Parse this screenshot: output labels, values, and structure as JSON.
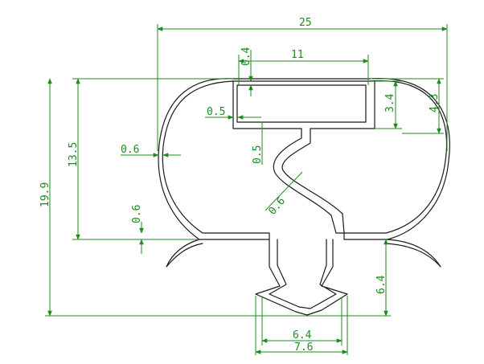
{
  "diagram": {
    "dimensions": {
      "overall_width": "25",
      "magnet_channel_width": "11",
      "top_lip_thickness": "0.4",
      "channel_wall_thickness": "0.5",
      "outer_wall_thickness": "0.6",
      "neck_thickness": "0.5",
      "bellows_thickness": "0.6",
      "channel_height": "3.4",
      "bulb_upper_height": "4.3",
      "bulb_height": "13.5",
      "overall_height": "19.9",
      "base_wall_thickness": "0.6",
      "dart_depth": "6.4",
      "dart_inner_width": "6.4",
      "dart_outer_width": "7.6"
    },
    "colors": {
      "profile_stroke": "#1a1a1a",
      "dimension_color": "#1f8a1f",
      "background": "#ffffff"
    }
  }
}
